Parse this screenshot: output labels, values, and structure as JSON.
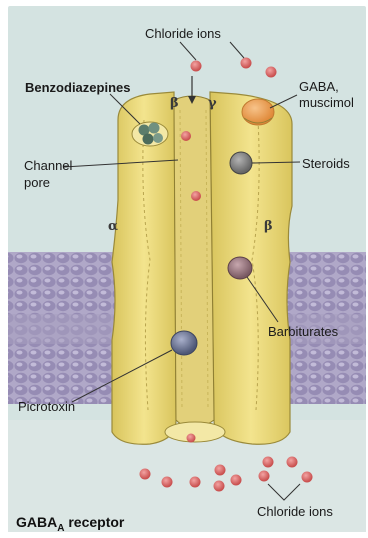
{
  "labels": {
    "chloride_top": "Chloride ions",
    "benzodiazepines": "Benzodiazepines",
    "gaba_line1": "GABA,",
    "gaba_line2": "muscimol",
    "channel_line1": "Channel",
    "channel_line2": "pore",
    "steroids": "Steroids",
    "barbiturates": "Barbiturates",
    "picrotoxin": "Picrotoxin",
    "chloride_bottom": "Chloride ions"
  },
  "subunits": {
    "alpha_left": "α",
    "beta_right": "β",
    "beta_top": "β",
    "gamma_top": "γ"
  },
  "title": {
    "main": "GABA",
    "subscript": "A",
    "rest": " receptor"
  },
  "colors": {
    "background": "#ffffff",
    "fluid": "#cfe0df",
    "receptor": "#ecd876",
    "receptor_edge": "#9a8a3a",
    "membrane": "#a59cc0",
    "chloride_ion": "#d9605f",
    "steroid": "#7d7d7d",
    "picrotoxin": "#6c7692",
    "barbiturate": "#8e6f79",
    "gaba": "#ef9b4c",
    "benzodiazepine": "#5f7f6e"
  }
}
